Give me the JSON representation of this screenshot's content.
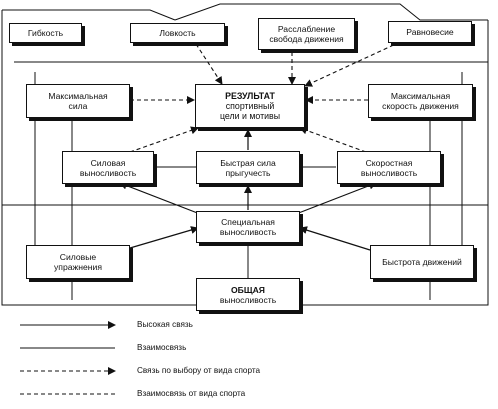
{
  "boxes": {
    "flexibility": {
      "lines": [
        "Гибкость"
      ]
    },
    "agility": {
      "lines": [
        "Ловкость"
      ]
    },
    "relaxation": {
      "lines": [
        "Расслабление",
        "свобода движения"
      ]
    },
    "balance": {
      "lines": [
        "Равновесие"
      ]
    },
    "max_strength": {
      "lines": [
        "Максимальная",
        "сила"
      ]
    },
    "result": {
      "lines": [
        "РЕЗУЛЬТАТ",
        "спортивный",
        "цели и мотивы"
      ]
    },
    "max_speed": {
      "lines": [
        "Максимальная",
        "скорость движения"
      ]
    },
    "strength_endurance": {
      "lines": [
        "Силовая",
        "выносливость"
      ]
    },
    "explosive_strength": {
      "lines": [
        "Быстрая сила",
        "прыгучесть"
      ]
    },
    "speed_endurance": {
      "lines": [
        "Скоростная",
        "выносливость"
      ]
    },
    "special_endurance": {
      "lines": [
        "Специальная",
        "выносливость"
      ]
    },
    "strength_exercises": {
      "lines": [
        "Силовые",
        "упражнения"
      ]
    },
    "movement_speed": {
      "lines": [
        "Быстрота движений"
      ]
    },
    "general_endurance": {
      "lines": [
        "ОБЩАЯ",
        "выносливость"
      ]
    }
  },
  "legend": [
    {
      "style": "solid-arrow",
      "label": "Высокая связь"
    },
    {
      "style": "solid",
      "label": "Взаимосвязь"
    },
    {
      "style": "dashed-arrow",
      "label": "Связь по выбору от вида спорта"
    },
    {
      "style": "dashed",
      "label": "Взаимосвязь от вида спорта"
    }
  ],
  "colors": {
    "ink": "#111111",
    "paper": "#ffffff"
  }
}
